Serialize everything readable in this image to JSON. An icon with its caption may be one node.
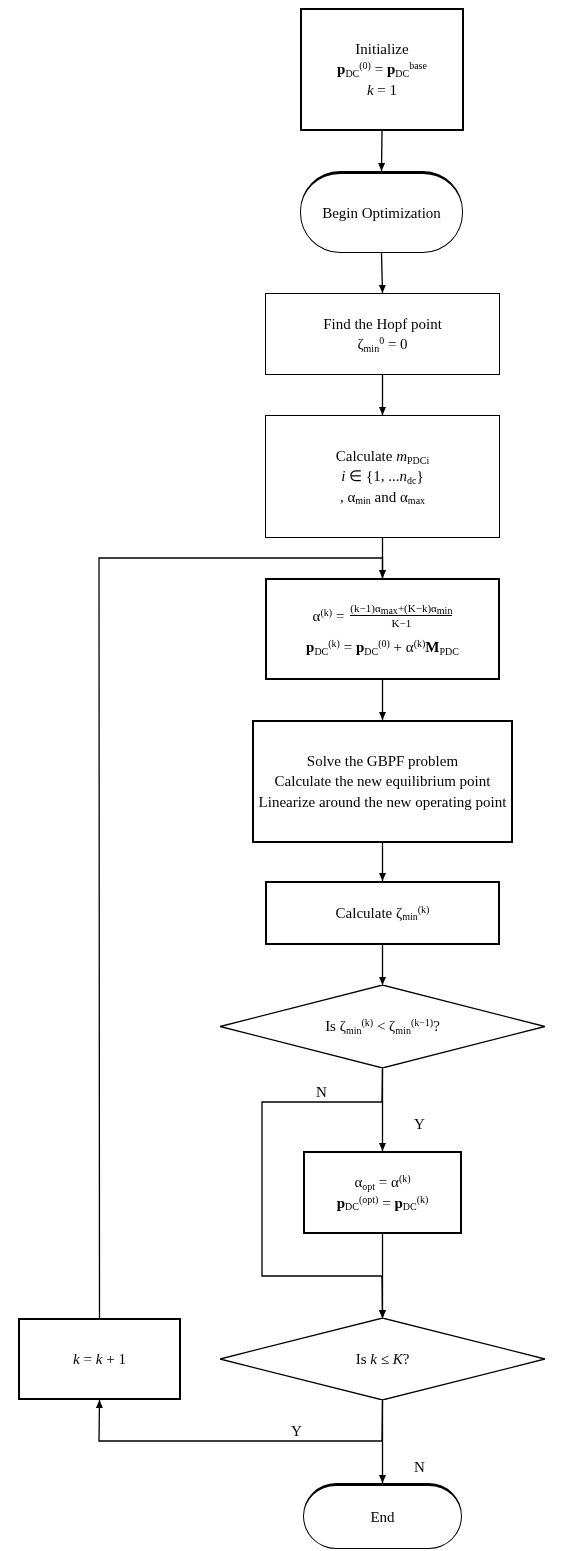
{
  "diagram": {
    "nodes": [
      {
        "text": [
          "Initialize",
          "**p**$_{DC}$$^{(0)}$ = **p**$_{DC}$$^{base}$",
          "*k* = 1"
        ]
      },
      {
        "text": [
          "Begin Optimization"
        ]
      },
      {
        "text": [
          "Find the Hopf point",
          "ζ$_{min}$$^{0}$ = 0"
        ]
      },
      {
        "text": [
          "Calculate *m*$_{PDCi}$",
          "*i* ∈ {1, ...*n*$_{dc}$}",
          ", α$_{min}$ and α$_{max}$"
        ]
      },
      {
        "text": [
          "α$^{(k)}$ =",
          "(k−1)α$_{max}$+(K−k)α$_{min}$",
          "K−1",
          "**p**$_{DC}$$^{(k)}$ = **p**$_{DC}$$^{(0)}$ + α$^{(k)}$**M**$_{PDC}$"
        ]
      },
      {
        "text": [
          "Solve the GBPF problem",
          "Calculate the new equilibrium point",
          "Linearize around the new operating point"
        ]
      },
      {
        "text": [
          "Calculate ζ$_{min}$$^{(k)}$"
        ]
      },
      {
        "text": [
          "Is ζ$_{min}$$^{(k)}$ < ζ$_{min}$$^{(k−1)}$?"
        ]
      },
      {
        "text": [
          "α$_{opt}$ = α$^{(k)}$",
          "**p**$_{DC}$$^{(opt)}$ = **p**$_{DC}$$^{(k)}$"
        ]
      },
      {
        "text": [
          "Is *k* ≤ *K*?"
        ]
      },
      {
        "text": [
          "*k* = *k* + 1"
        ]
      },
      {
        "text": [
          "End"
        ]
      }
    ],
    "edges": [
      {
        "from": 0,
        "to": 1,
        "arrow": "to"
      },
      {
        "from": 1,
        "to": 2,
        "arrow": "to"
      },
      {
        "from": 2,
        "to": 3,
        "arrow": "to"
      },
      {
        "from": 3,
        "to": 4,
        "arrow": "to"
      },
      {
        "from": 4,
        "to": 5,
        "arrow": "to"
      },
      {
        "from": 5,
        "to": 6,
        "arrow": "to"
      },
      {
        "from": 6,
        "to": 7,
        "arrow": "to"
      },
      {
        "from": 7,
        "to": 8,
        "label": "Y",
        "arrow": "to"
      },
      {
        "from": 7,
        "to": 9,
        "label": "N",
        "arrow": "to"
      },
      {
        "from": 8,
        "to": 9,
        "arrow": "to"
      },
      {
        "from": 9,
        "to": 11,
        "label": "N",
        "arrow": "to"
      },
      {
        "from": 9,
        "to": 10,
        "label": "Y",
        "arrow": "to"
      },
      {
        "from": 10,
        "to": 4,
        "arrow": "to"
      }
    ]
  }
}
